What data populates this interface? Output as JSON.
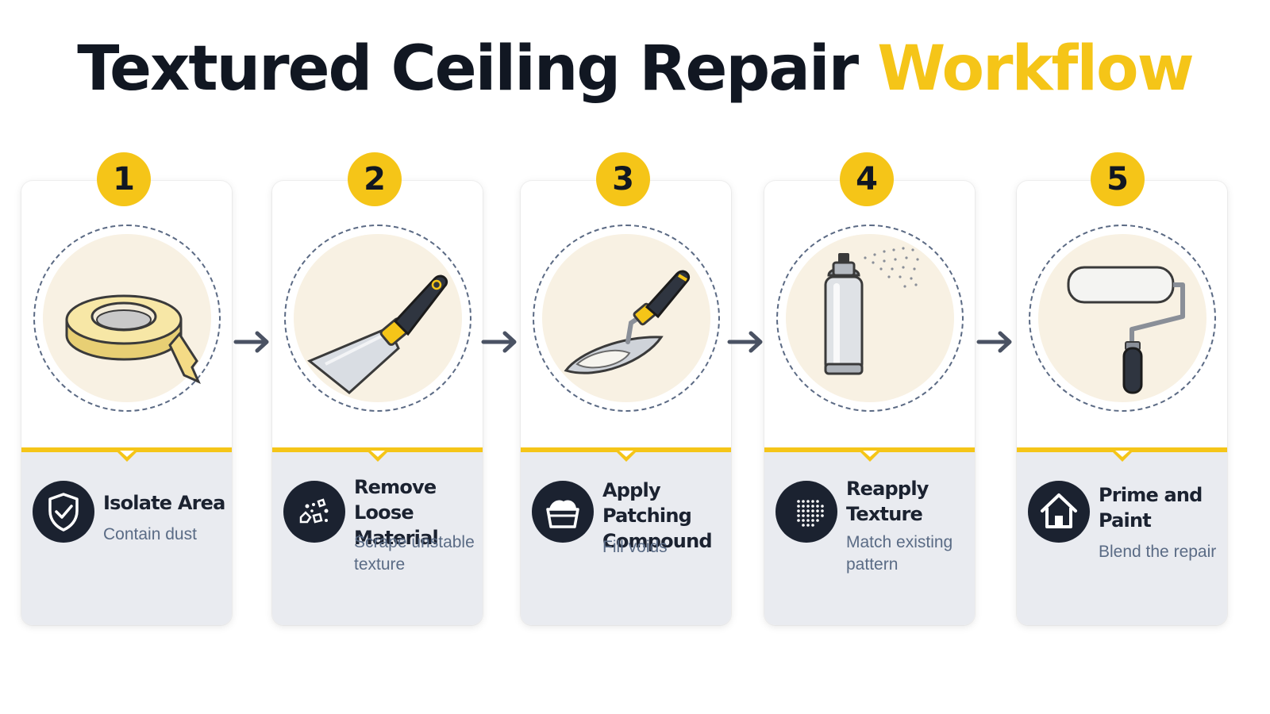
{
  "title": {
    "main": "Textured Ceiling Repair",
    "accent": "Workflow"
  },
  "colors": {
    "accent": "#f5c518",
    "dark": "#1b2230",
    "muted": "#5a6b85",
    "panel": "#e9ebf0"
  },
  "steps": [
    {
      "number": "1",
      "title": "Isolate Area",
      "description": "Contain dust",
      "tool_icon": "masking-tape-icon",
      "icon": "shield-check-icon"
    },
    {
      "number": "2",
      "title": "Remove Loose Material",
      "description": "Scrape unstable texture",
      "tool_icon": "putty-knife-icon",
      "icon": "debris-icon"
    },
    {
      "number": "3",
      "title": "Apply Patching Compound",
      "description": "Fill voids",
      "tool_icon": "trowel-icon",
      "icon": "compound-bucket-icon"
    },
    {
      "number": "4",
      "title": "Reapply Texture",
      "description": "Match existing pattern",
      "tool_icon": "spray-can-icon",
      "icon": "texture-dots-icon"
    },
    {
      "number": "5",
      "title": "Prime and Paint",
      "description": "Blend the repair",
      "tool_icon": "paint-roller-icon",
      "icon": "house-icon"
    }
  ]
}
